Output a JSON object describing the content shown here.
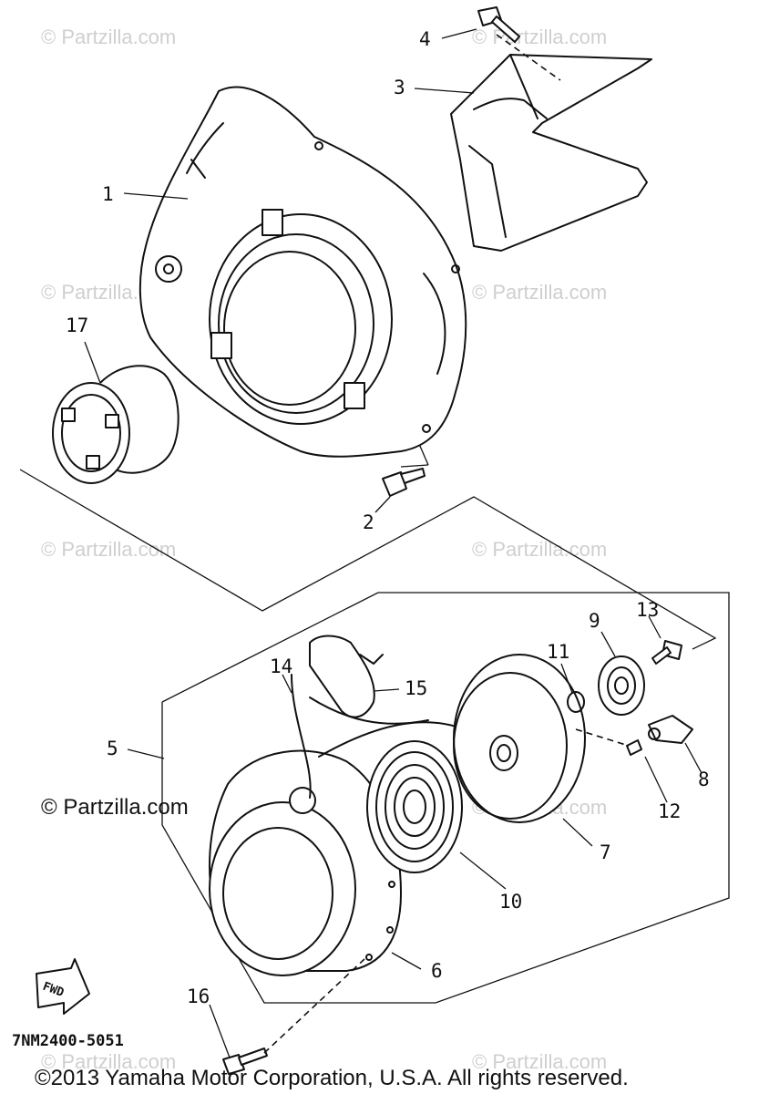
{
  "watermarks": {
    "faint": "© Partzilla.com",
    "strong": "© Partzilla.com"
  },
  "callouts": [
    {
      "id": "1",
      "label": "1"
    },
    {
      "id": "2",
      "label": "2"
    },
    {
      "id": "3",
      "label": "3"
    },
    {
      "id": "4",
      "label": "4"
    },
    {
      "id": "5",
      "label": "5"
    },
    {
      "id": "6",
      "label": "6"
    },
    {
      "id": "7",
      "label": "7"
    },
    {
      "id": "8",
      "label": "8"
    },
    {
      "id": "9",
      "label": "9"
    },
    {
      "id": "10",
      "label": "10"
    },
    {
      "id": "11",
      "label": "11"
    },
    {
      "id": "12",
      "label": "12"
    },
    {
      "id": "13",
      "label": "13"
    },
    {
      "id": "14",
      "label": "14"
    },
    {
      "id": "15",
      "label": "15"
    },
    {
      "id": "16",
      "label": "16"
    },
    {
      "id": "17",
      "label": "17"
    }
  ],
  "direction_badge": "FWD",
  "diagram_code": "7NM2400-5051",
  "copyright": "©2013  Yamaha Motor Corporation, U.S.A. All rights reserved.",
  "colors": {
    "ink": "#111111",
    "watermark": "#cfcfcf",
    "background": "#ffffff"
  }
}
